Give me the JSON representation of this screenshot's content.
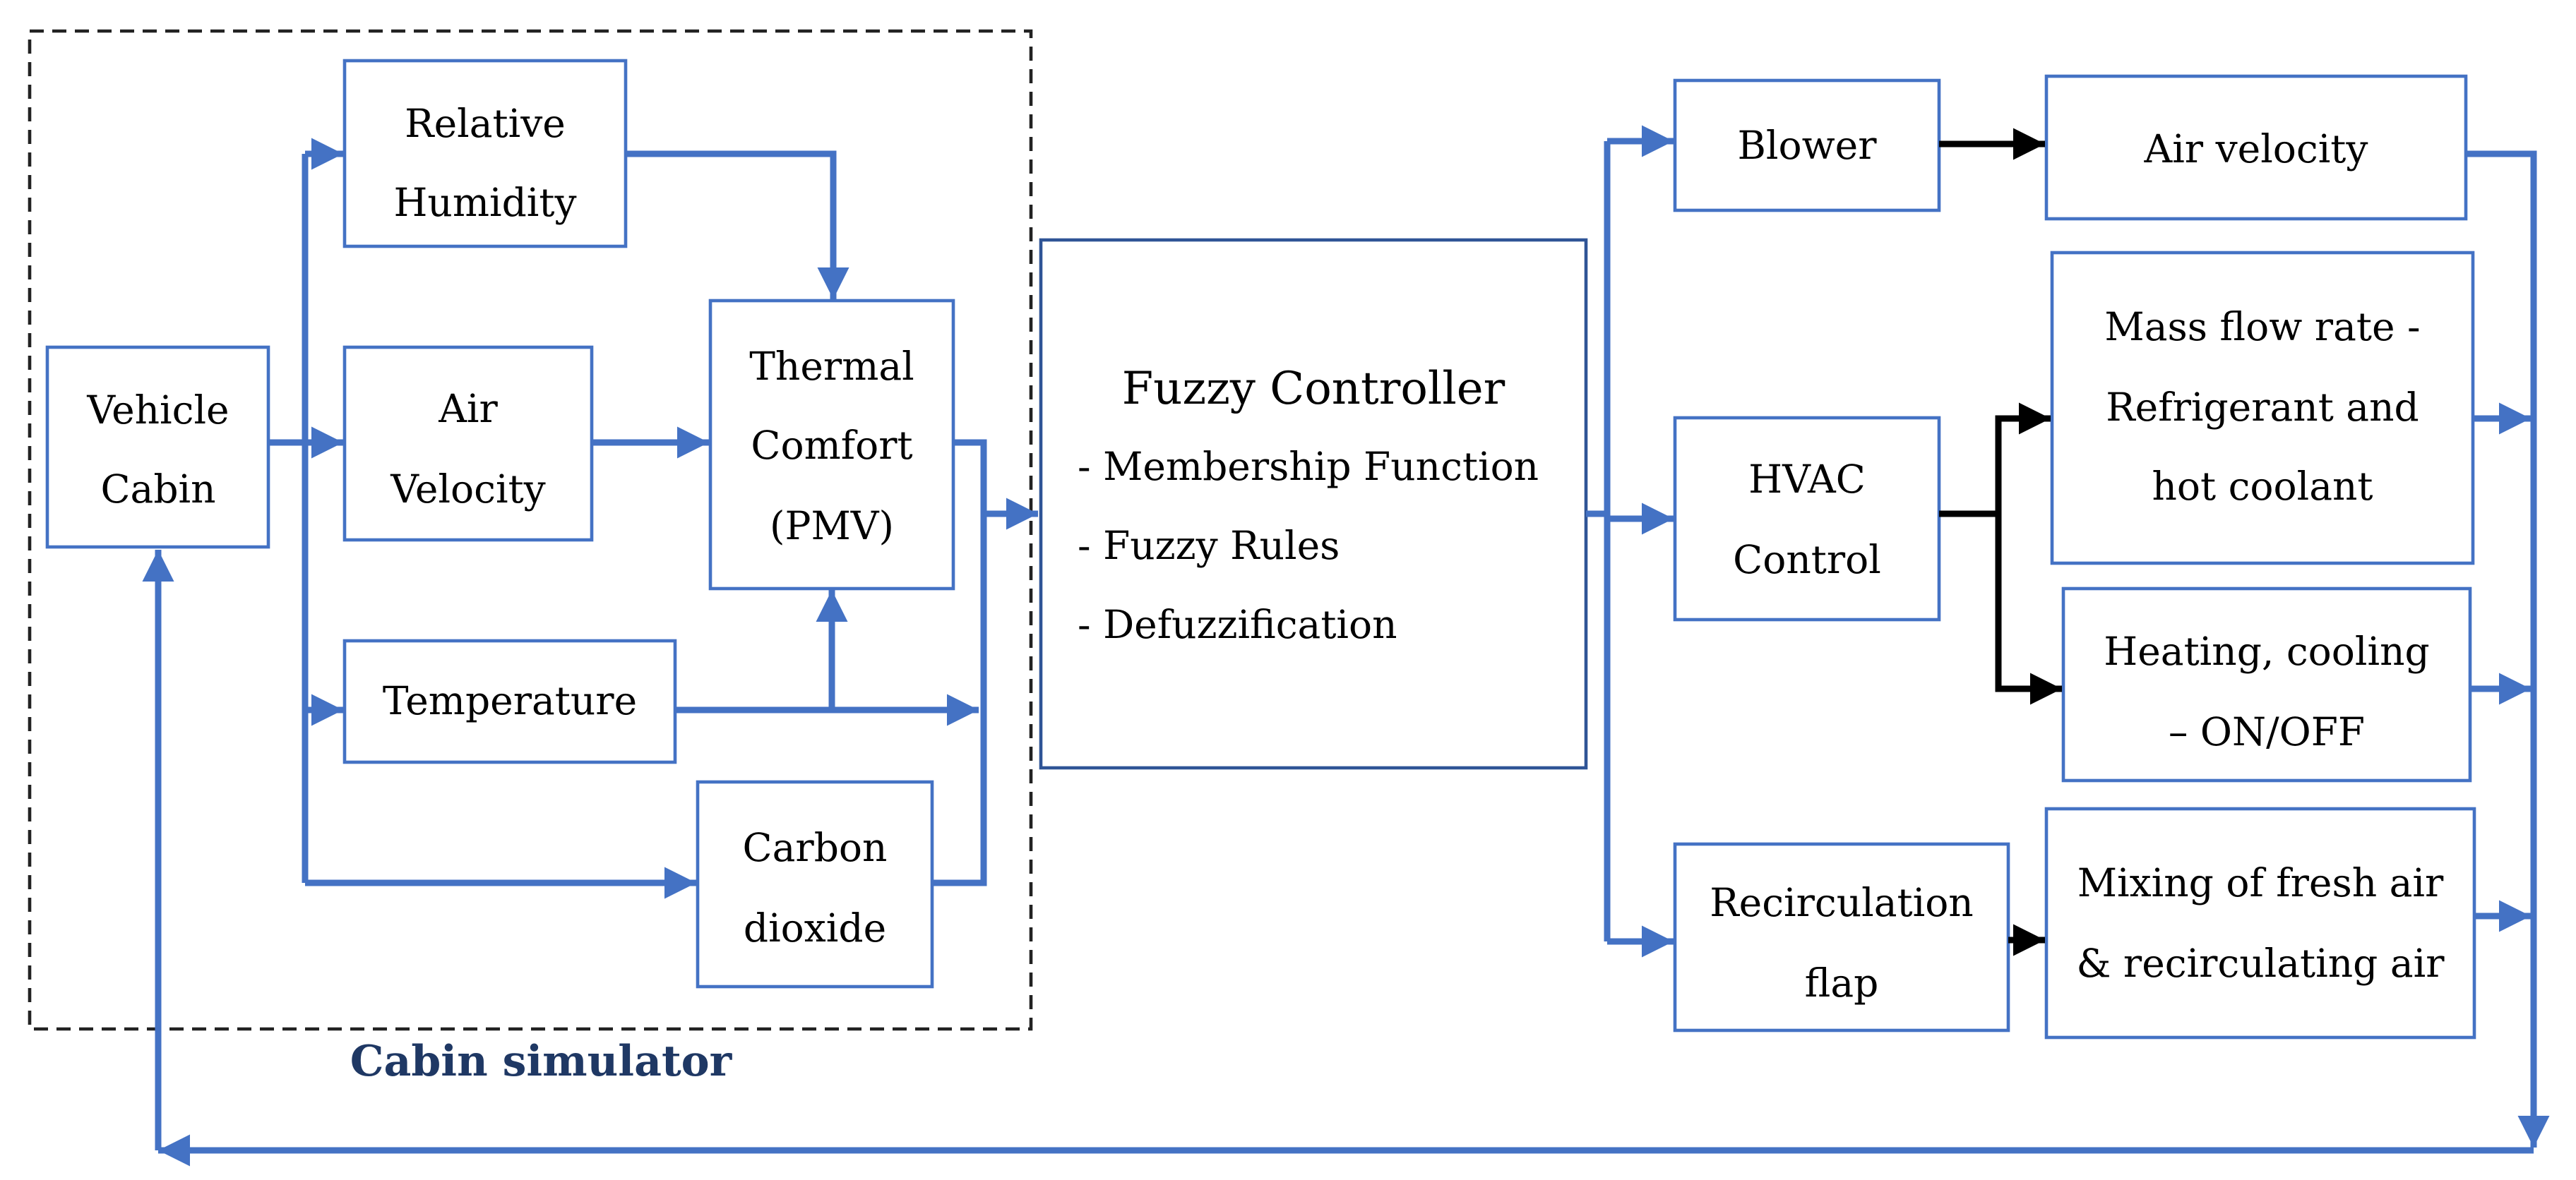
{
  "colors": {
    "flow_line": "#4472c4",
    "control_line": "#000000",
    "cabin_label": "#1f3864",
    "dashed_border": "#222222"
  },
  "nodes": {
    "vehicle_cabin": {
      "lines": [
        "Vehicle",
        "Cabin"
      ]
    },
    "relative_humidity": {
      "lines": [
        "Relative",
        "Humidity"
      ]
    },
    "air_velocity_sensor": {
      "lines": [
        "Air",
        "Velocity"
      ]
    },
    "thermal_comfort": {
      "lines": [
        "Thermal",
        "Comfort",
        "(PMV)"
      ]
    },
    "temperature": {
      "lines": [
        "Temperature"
      ]
    },
    "carbon_dioxide": {
      "lines": [
        "Carbon",
        "dioxide"
      ]
    },
    "fuzzy_controller": {
      "title": "Fuzzy Controller",
      "items": [
        "- Membership Function",
        "- Fuzzy Rules",
        "- Defuzzification"
      ]
    },
    "blower": {
      "lines": [
        "Blower"
      ]
    },
    "air_velocity_output": {
      "lines": [
        "Air velocity"
      ]
    },
    "hvac_control": {
      "lines": [
        "HVAC",
        "Control"
      ]
    },
    "mass_flow_rate": {
      "lines": [
        "Mass flow rate -",
        "Refrigerant and",
        "hot coolant"
      ]
    },
    "heating_cooling": {
      "lines": [
        "Heating, cooling",
        "– ON/OFF"
      ]
    },
    "recirculation_flap": {
      "lines": [
        "Recirculation",
        "flap"
      ]
    },
    "mixing": {
      "lines": [
        "Mixing of fresh air",
        "& recirculating air"
      ]
    }
  },
  "group": {
    "label": "Cabin simulator"
  }
}
